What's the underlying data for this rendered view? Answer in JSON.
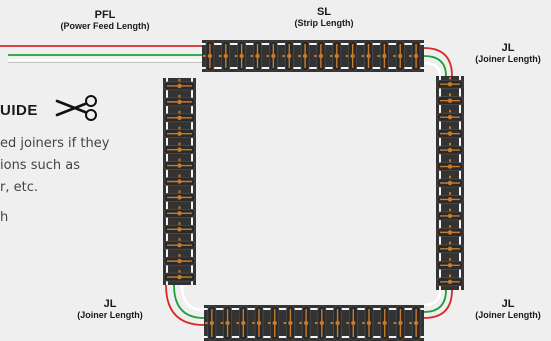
{
  "labels": {
    "pfl": {
      "abbr": "PFL",
      "full": "(Power Feed Length)"
    },
    "sl": {
      "abbr": "SL",
      "full": "(Strip Length)"
    },
    "jl_top_right": {
      "abbr": "JL",
      "full": "(Joiner Length)"
    },
    "jl_bottom_left": {
      "abbr": "JL",
      "full": "(Joiner Length)"
    },
    "jl_bottom_right": {
      "abbr": "JL",
      "full": "(Joiner Length)"
    }
  },
  "guide": {
    "title": "UIDE",
    "lines": [
      "ed joiners if they",
      "ions such as",
      "r, etc.",
      "h"
    ]
  },
  "icons": {
    "scissors": "scissors-icon"
  },
  "colors": {
    "background": "#efefef",
    "strip": "#333333",
    "chip": "#c87a2a",
    "wire_red": "#d8282a",
    "wire_green": "#1fa03a",
    "wire_white": "#ffffff"
  }
}
